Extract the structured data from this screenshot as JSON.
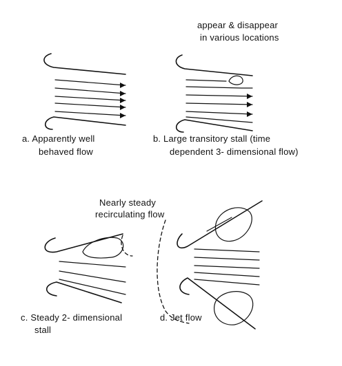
{
  "annotations": {
    "b_top_line1": "appear & disappear",
    "b_top_line2": "in various locations",
    "c_top_line1": "Nearly steady",
    "c_top_line2": "recirculating flow"
  },
  "captions": {
    "a_line1": "a. Apparently well",
    "a_line2": "behaved flow",
    "b_line1": "b. Large transitory stall (time",
    "b_line2": "dependent 3- dimensional flow)",
    "c_line1": "c. Steady 2- dimensional",
    "c_line2": "stall",
    "d_line1": "d. Jet flow"
  }
}
